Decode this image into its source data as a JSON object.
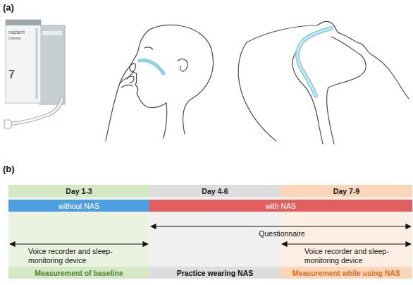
{
  "diagram": {
    "nodes": [
      {
        "text": [
          "Day 1-3"
        ]
      },
      {
        "text": [
          "Day 4-6"
        ]
      },
      {
        "text": [
          "Day 7-9"
        ]
      },
      {
        "text": [
          "without NAS"
        ]
      },
      {
        "text": [
          "with NAS"
        ]
      },
      {
        "text": [
          "Measurement of baseline"
        ]
      },
      {
        "text": [
          "Practice wearing NAS"
        ]
      },
      {
        "text": [
          "Measurement while using NAS"
        ]
      }
    ],
    "labels": [
      "(a)",
      "(b)",
      "nastent",
      "classic",
      "7",
      "Questionnaire",
      "Voice recorder and sleep-monitoring device",
      "Voice recorder and sleep-monitoring device"
    ]
  }
}
